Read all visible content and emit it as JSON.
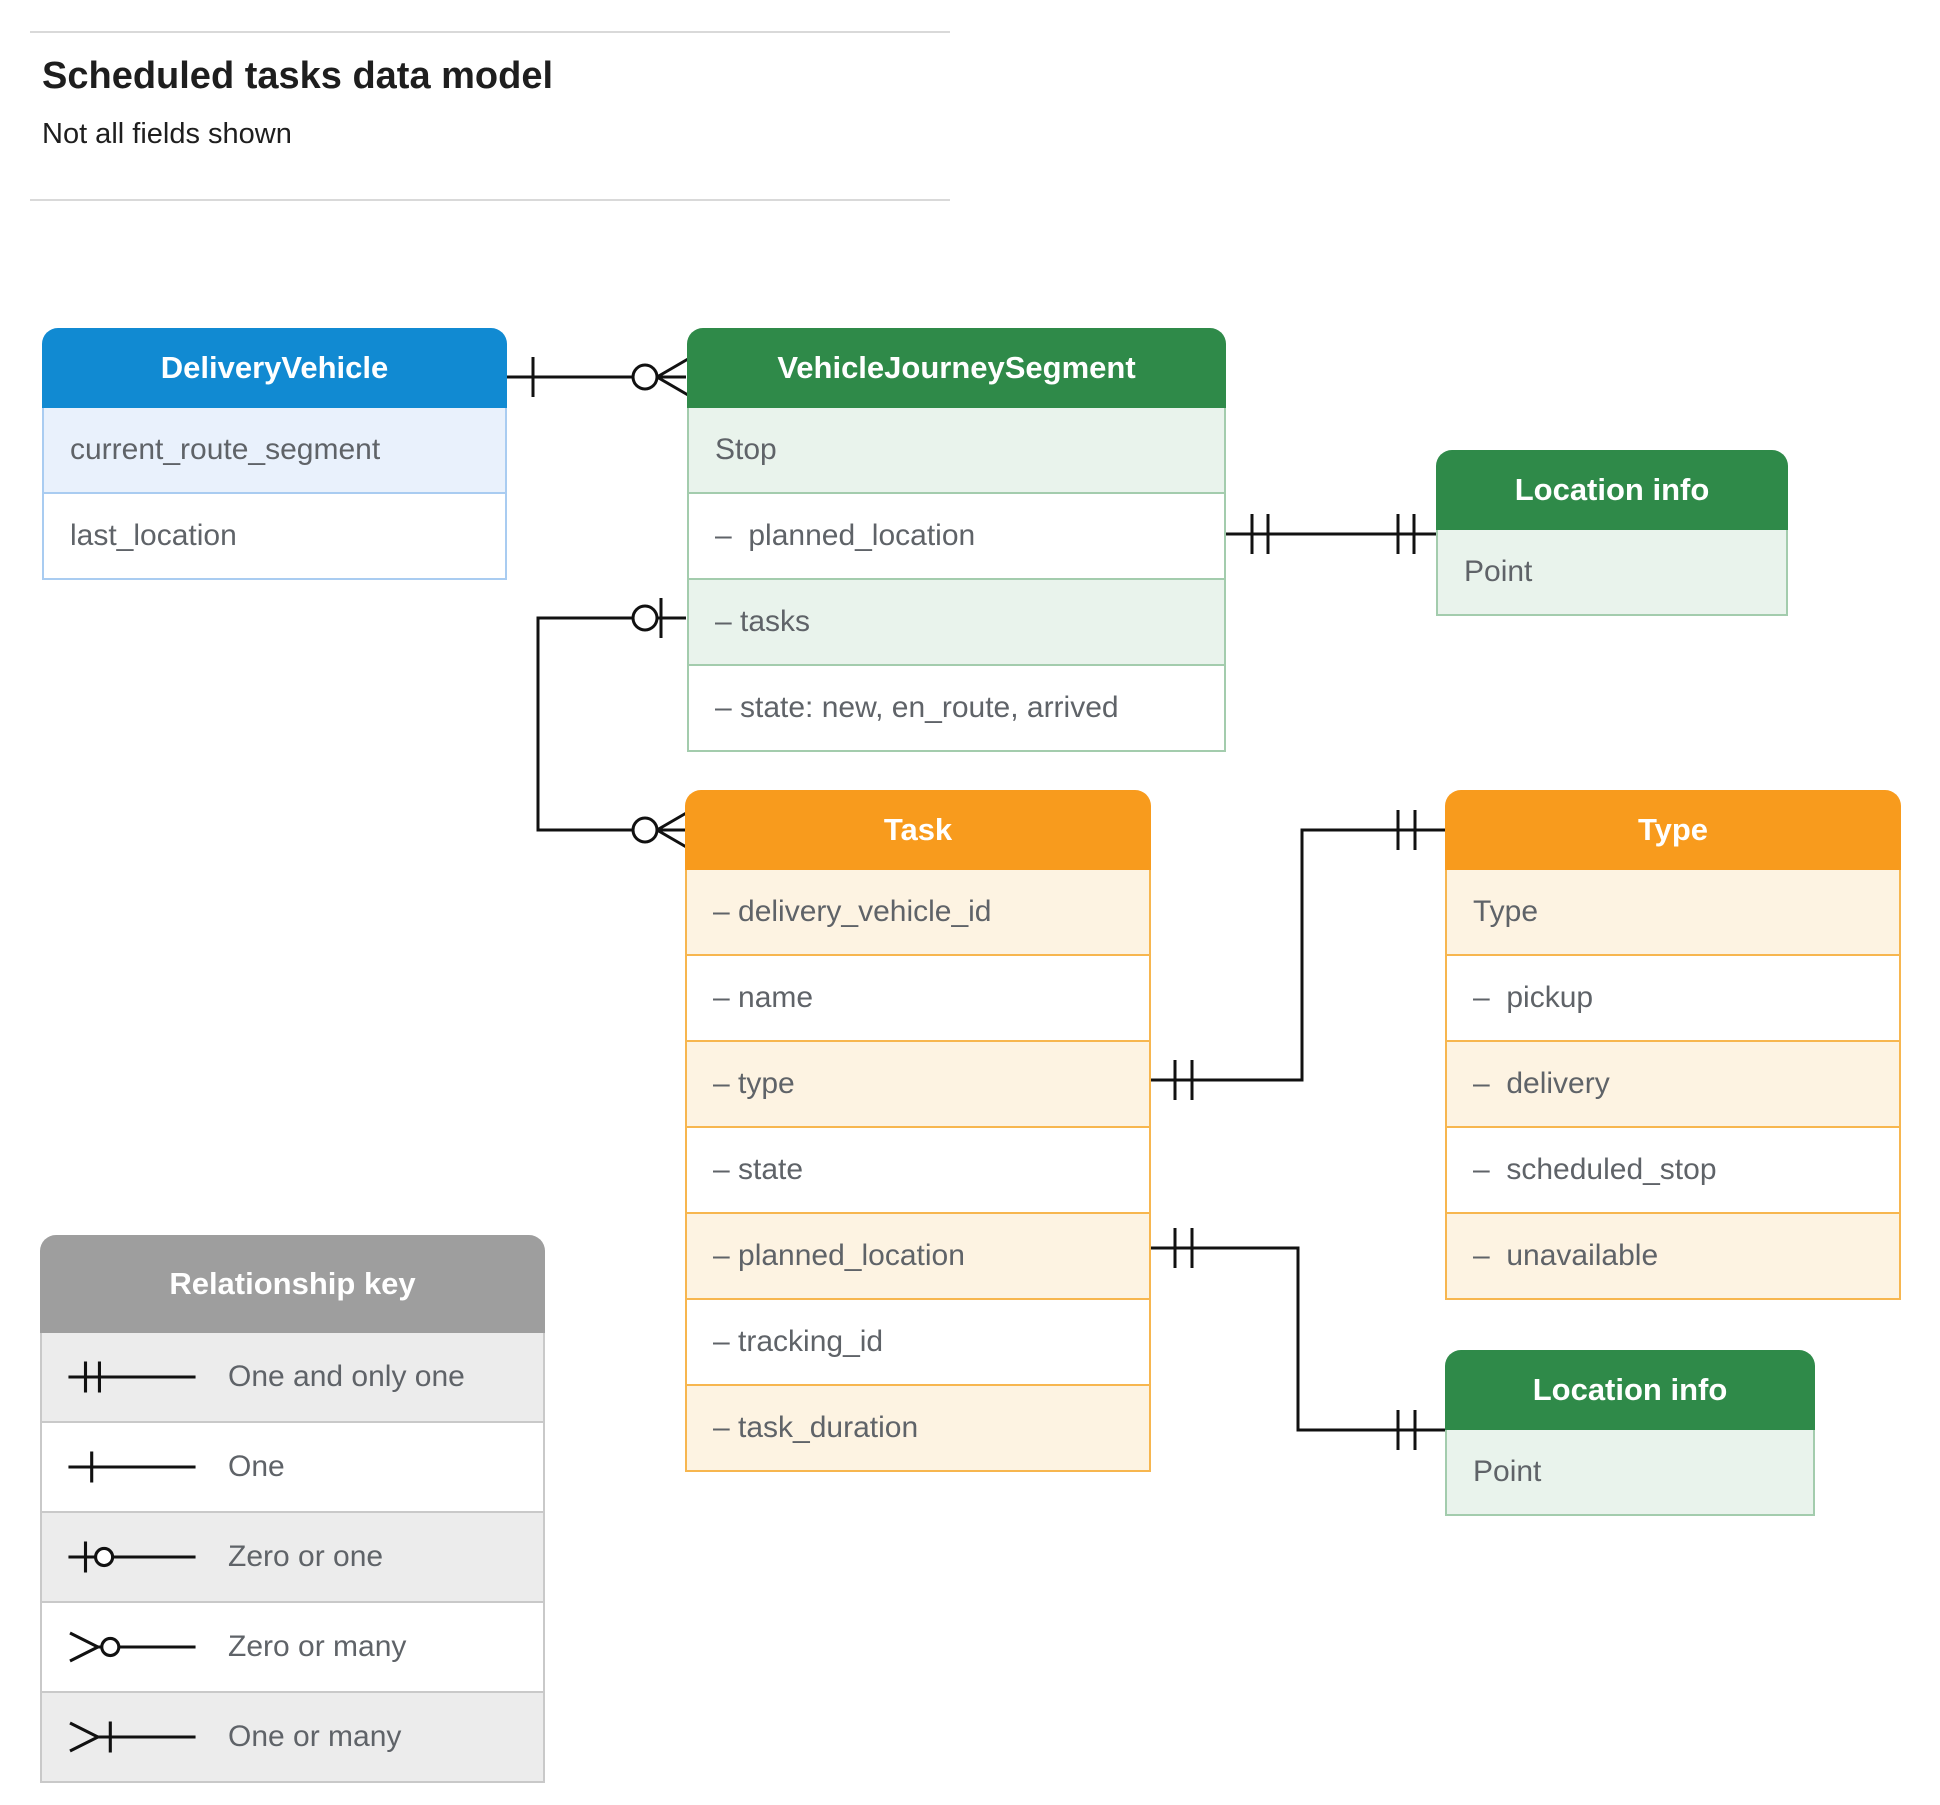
{
  "page": {
    "title": "Scheduled tasks data model",
    "subtitle": "Not all fields shown"
  },
  "entities": [
    {
      "title": "DeliveryVehicle",
      "rows": [
        "current_route_segment",
        "last_location"
      ]
    },
    {
      "title": "VehicleJourneySegment",
      "rows": [
        "Stop",
        "–  planned_location",
        "– tasks",
        "– state: new, en_route, arrived"
      ]
    },
    {
      "title": "Location info",
      "rows": [
        "Point"
      ]
    },
    {
      "title": "Task",
      "rows": [
        "– delivery_vehicle_id",
        "– name",
        "– type",
        "– state",
        "– planned_location",
        "– tracking_id",
        "– task_duration"
      ]
    },
    {
      "title": "Type",
      "rows": [
        "Type",
        "–  pickup",
        "–  delivery",
        "–  scheduled_stop",
        "–  unavailable"
      ]
    },
    {
      "title": "Location info",
      "rows": [
        "Point"
      ]
    }
  ],
  "legend": {
    "title": "Relationship key",
    "items": [
      {
        "symbol": "one-and-only-one",
        "label": "One and only one"
      },
      {
        "symbol": "one",
        "label": "One"
      },
      {
        "symbol": "zero-or-one",
        "label": "Zero or one"
      },
      {
        "symbol": "zero-or-many",
        "label": "Zero or many"
      },
      {
        "symbol": "one-or-many",
        "label": "One or many"
      }
    ]
  },
  "colors": {
    "blue_header": "#118ad2",
    "green_header": "#2f8a49",
    "orange_header": "#f89b1d",
    "legend_header": "#9e9e9e",
    "blue_tint": "#e9f1fc",
    "green_tint": "#e9f3ec",
    "orange_tint": "#fdf3e2",
    "legend_tint": "#ececec",
    "row_text": "#5f6368",
    "connector": "#111111"
  }
}
